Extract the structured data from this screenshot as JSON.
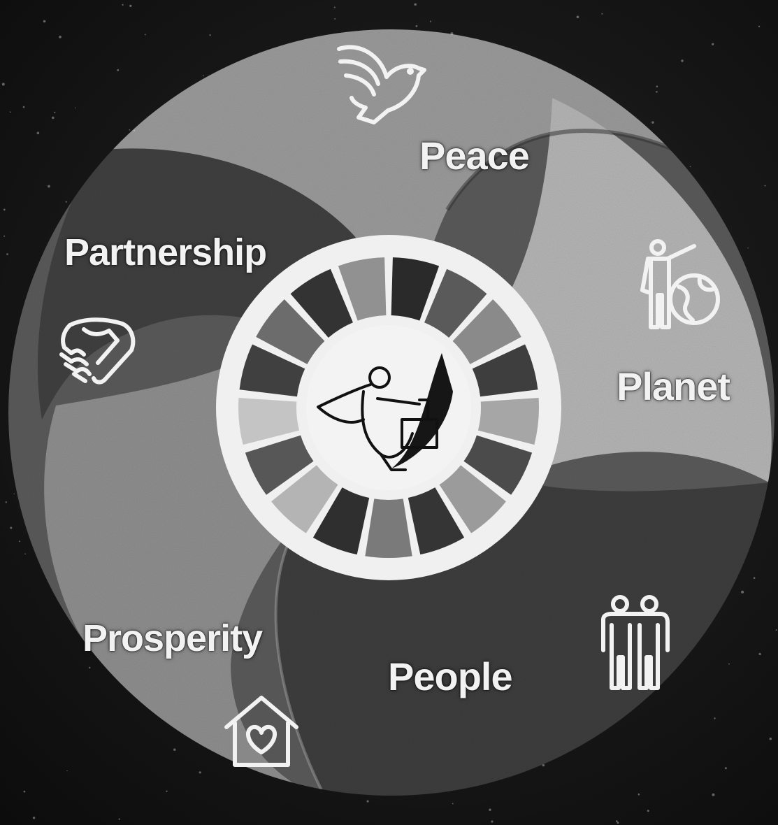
{
  "diagram": {
    "segments": [
      {
        "id": "peace",
        "label": "Peace",
        "icon": "dove-icon"
      },
      {
        "id": "planet",
        "label": "Planet",
        "icon": "person-globe-icon"
      },
      {
        "id": "people",
        "label": "People",
        "icon": "two-people-icon"
      },
      {
        "id": "prosperity",
        "label": "Prosperity",
        "icon": "house-heart-icon"
      },
      {
        "id": "partnership",
        "label": "Partnership",
        "icon": "handshake-icon"
      }
    ],
    "center": {
      "icon": "sdg-wheel-icon",
      "figure": "person-sewing-machine-icon"
    },
    "colors": {
      "background": "#121212",
      "disc_light": "#a9a9a9",
      "disc_mid": "#7a7a7a",
      "disc_dark": "#3f3f3f",
      "text": "#f2f2f2",
      "wheel_ring": "#f0f0f0"
    }
  }
}
